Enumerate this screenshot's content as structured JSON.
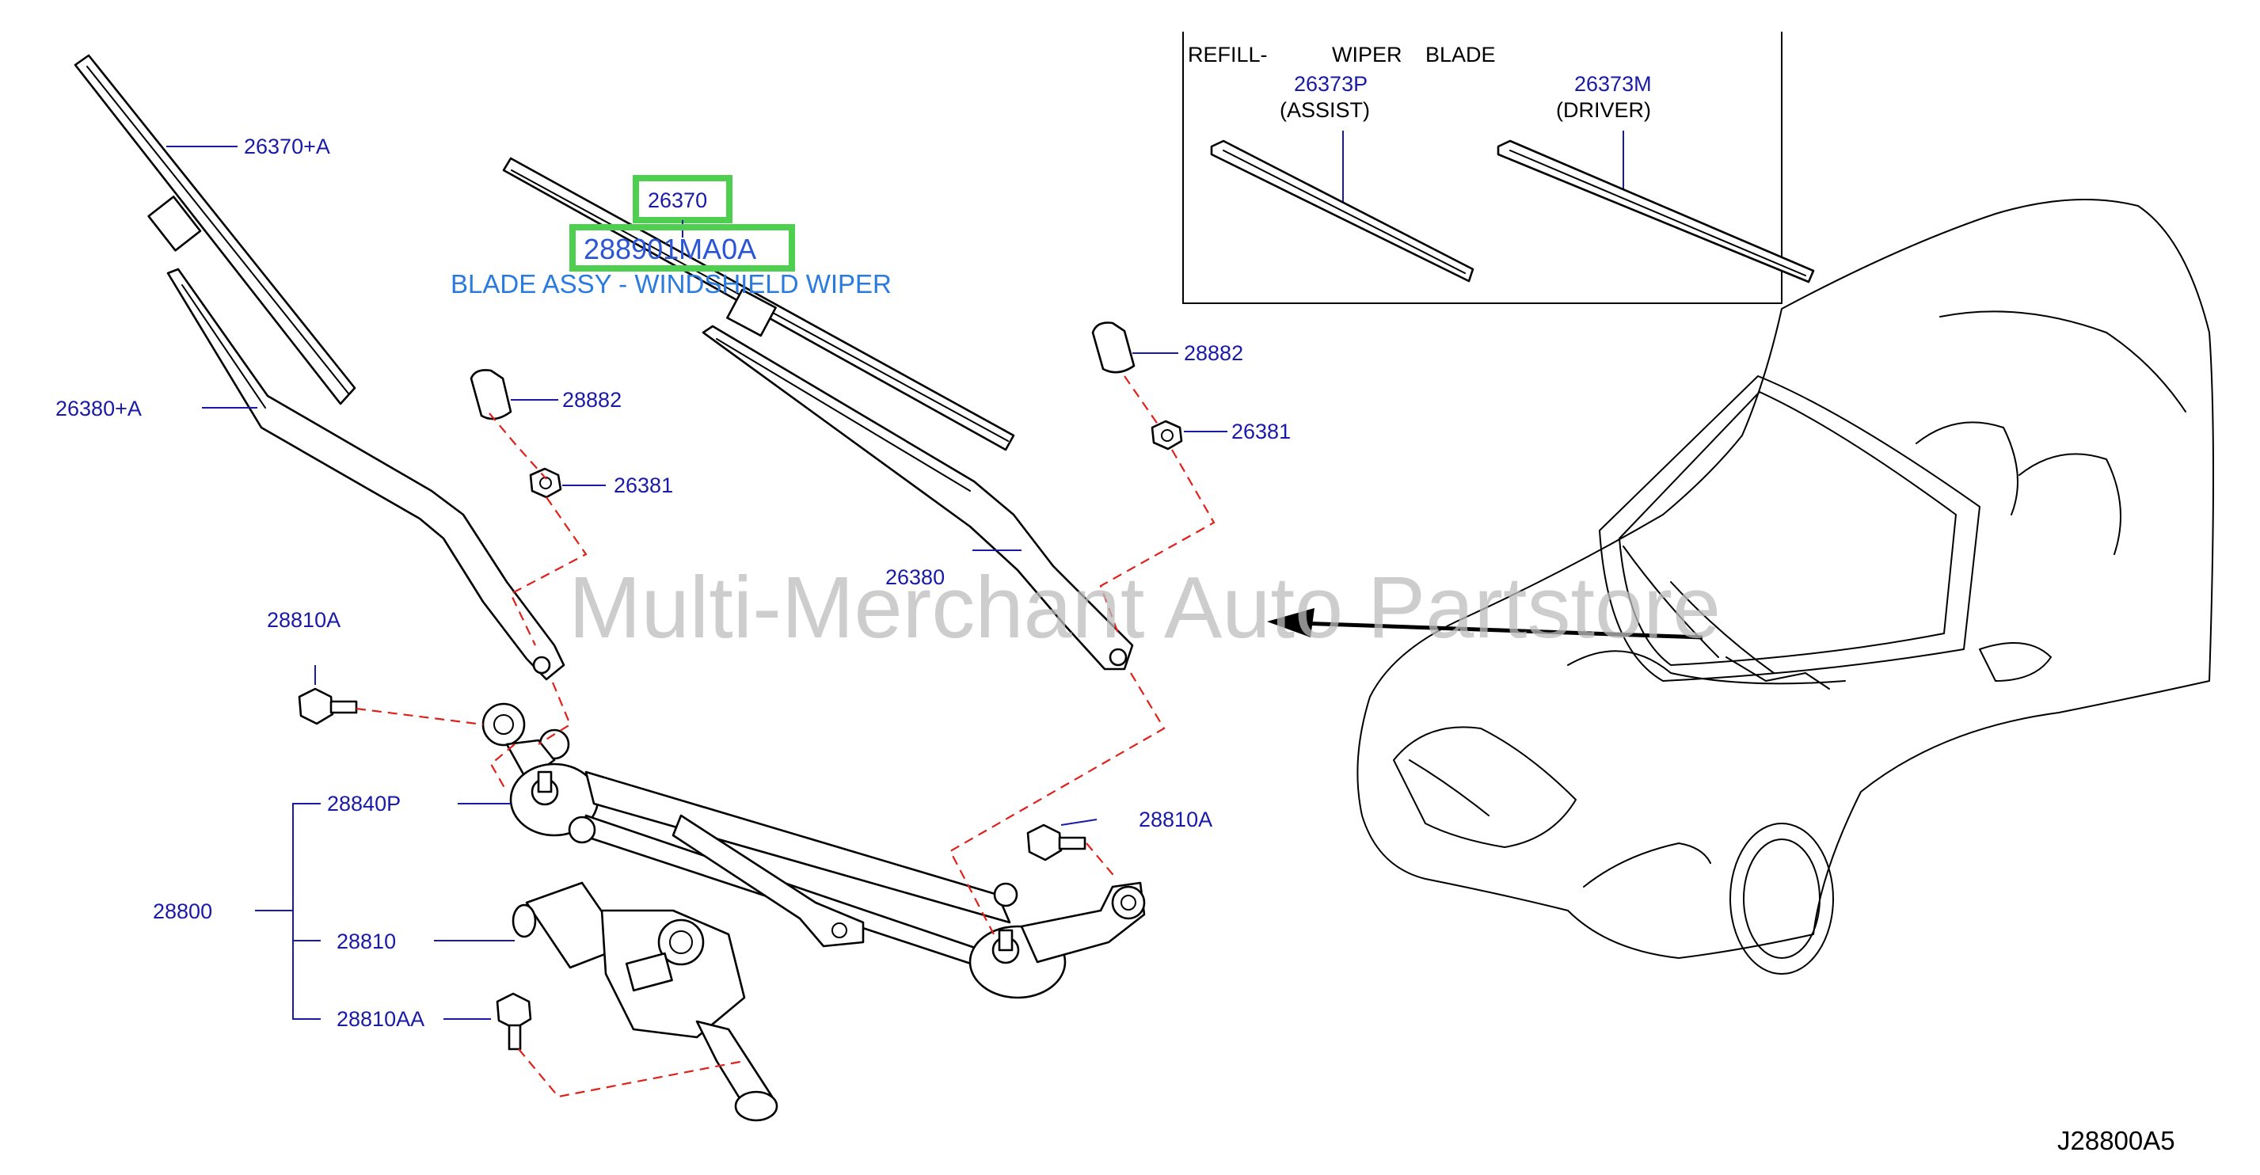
{
  "diagram": {
    "watermark": "Multi-Merchant Auto Partstore",
    "diagram_code": "J28800A5",
    "highlight": {
      "part_number": "26370",
      "oem_number": "288901MA0A",
      "caption": "BLADE ASSY - WINDSHIELD WIPER",
      "box_color": "#4fcf4f"
    },
    "inset": {
      "title_refill": "REFILL-",
      "title_wiper": "WIPER",
      "title_blade": "BLADE",
      "assist_number": "26373P",
      "assist_label": "(ASSIST)",
      "driver_number": "26373M",
      "driver_label": "(DRIVER)"
    },
    "callouts": {
      "blade_a": "26370+A",
      "arm_a": "26380+A",
      "cap_left": "28882",
      "nut_left": "26381",
      "cap_right": "28882",
      "nut_right": "26381",
      "arm_right": "26380",
      "bolt_left": "28810A",
      "linkage": "28840P",
      "assembly": "28800",
      "motor": "28810",
      "motor_bolt": "28810AA",
      "bolt_right": "28810A"
    },
    "colors": {
      "label_blue": "#1a1aa8",
      "leader_red": "#e0201b",
      "caption_blue": "#2a7be0"
    }
  }
}
